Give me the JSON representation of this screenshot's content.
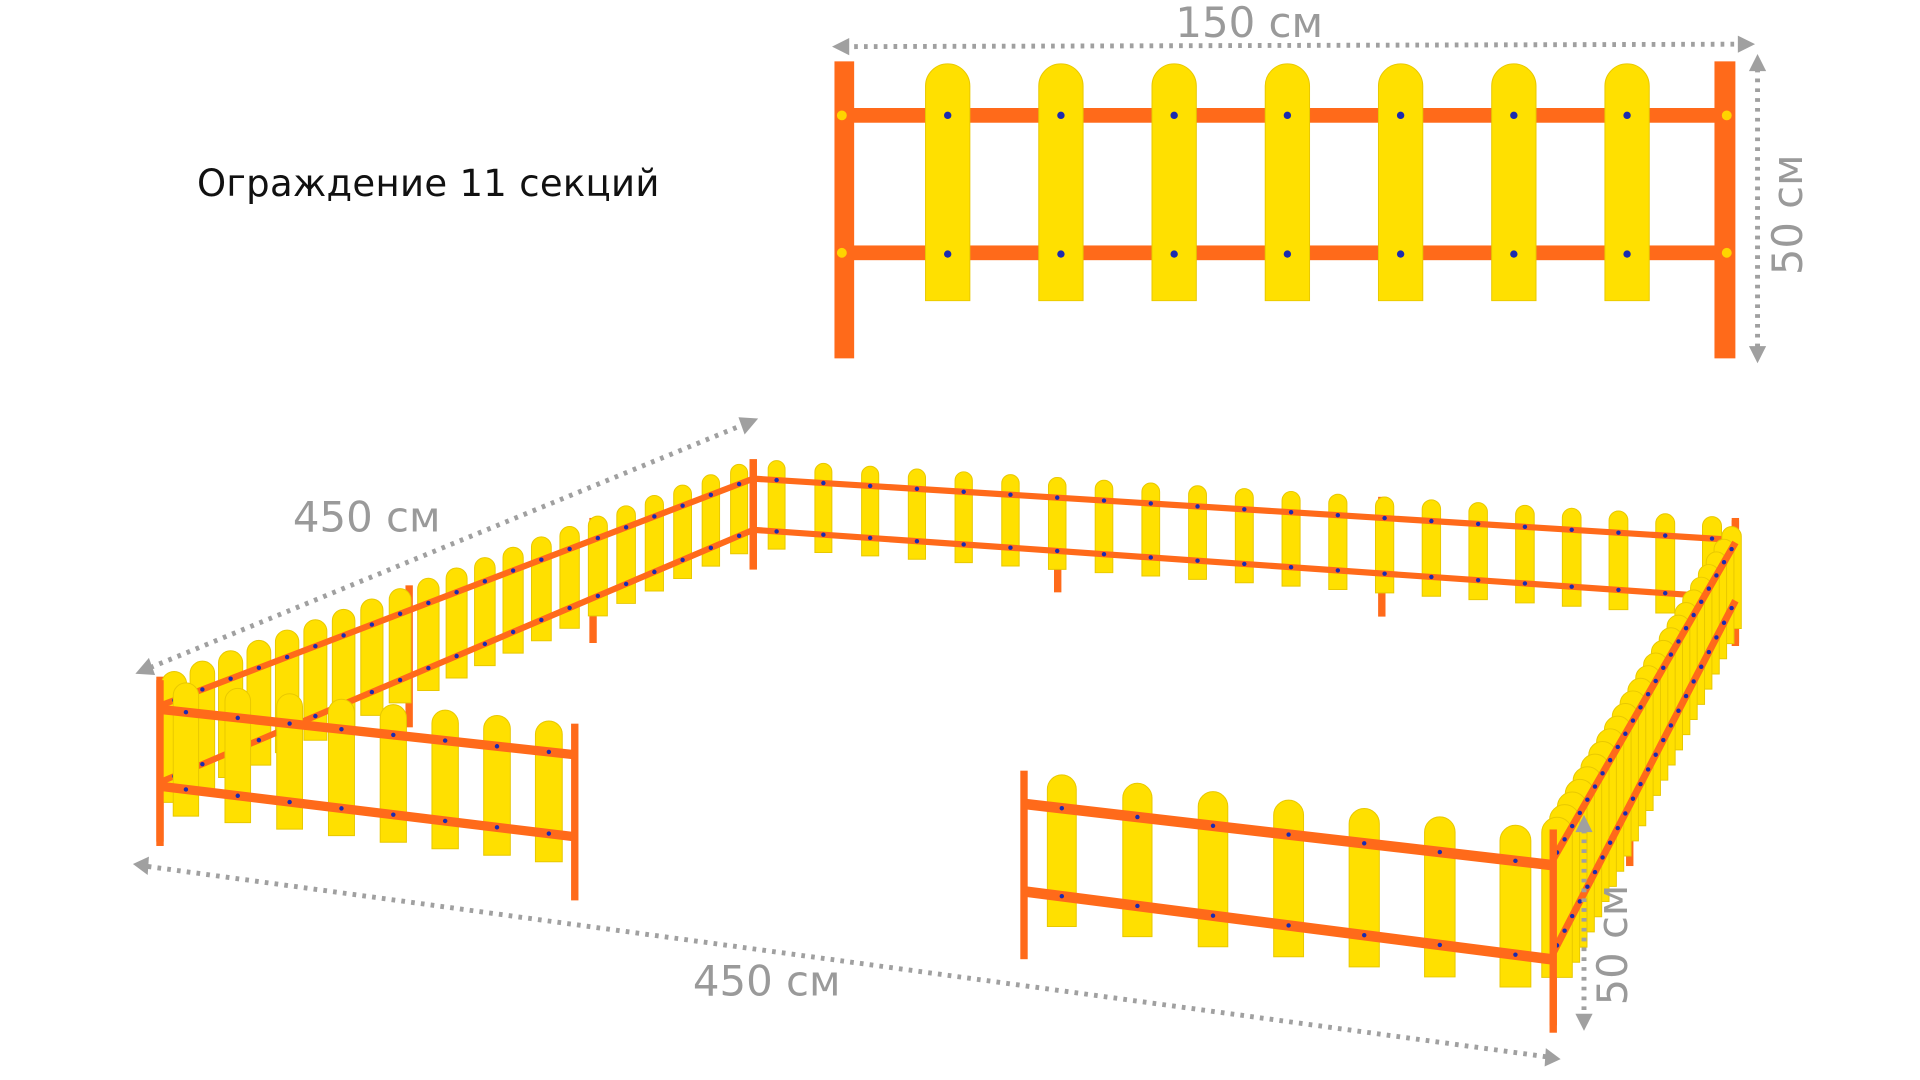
{
  "title": "Ограждение 11 секций",
  "dimensions": {
    "section_width": "150 см",
    "section_height": "50 см",
    "side_length": "450 см",
    "front_length": "450 см",
    "fence_height": "50 см"
  },
  "colors": {
    "picket": "#ffe000",
    "rail": "#ff6a1a",
    "bolt": "#1a2bb0",
    "dimension": "#a0a0a0"
  }
}
